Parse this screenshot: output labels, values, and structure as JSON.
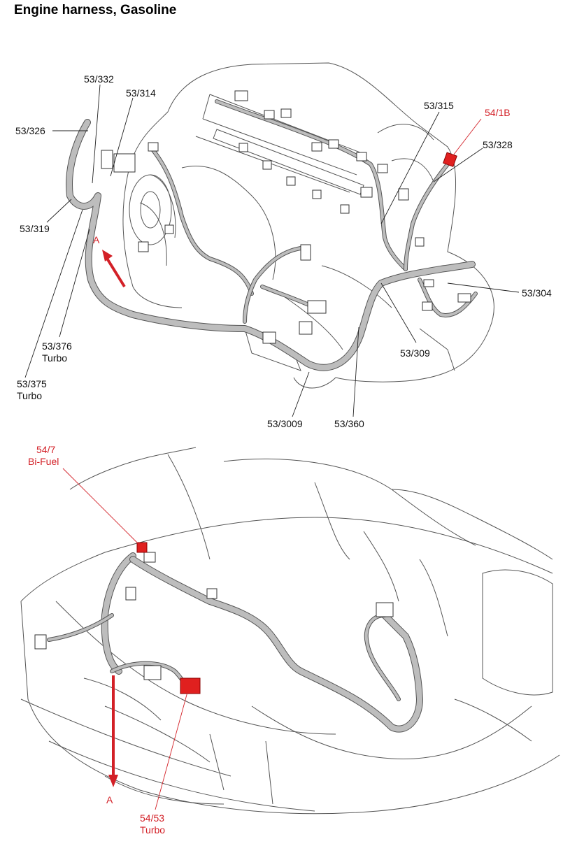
{
  "title": "Engine harness, Gasoline",
  "colors": {
    "highlight": "#d32027",
    "harness": "#bdbdbd",
    "outline": "#555555"
  },
  "top_view": {
    "labels": {
      "c53_332": "53/332",
      "c53_314": "53/314",
      "c53_326": "53/326",
      "c53_319": "53/319",
      "c53_376": "53/376",
      "c53_376_variant": "Turbo",
      "c53_375": "53/375",
      "c53_375_variant": "Turbo",
      "c53_315": "53/315",
      "c54_1b": "54/1B",
      "c53_328": "53/328",
      "c53_304": "53/304",
      "c53_309": "53/309",
      "c53_3009": "53/3009",
      "c53_360": "53/360",
      "arrow_a": "A"
    }
  },
  "bottom_view": {
    "labels": {
      "c54_7": "54/7",
      "c54_7_variant": "Bi-Fuel",
      "c54_53": "54/53",
      "c54_53_variant": "Turbo",
      "arrow_a": "A"
    }
  }
}
